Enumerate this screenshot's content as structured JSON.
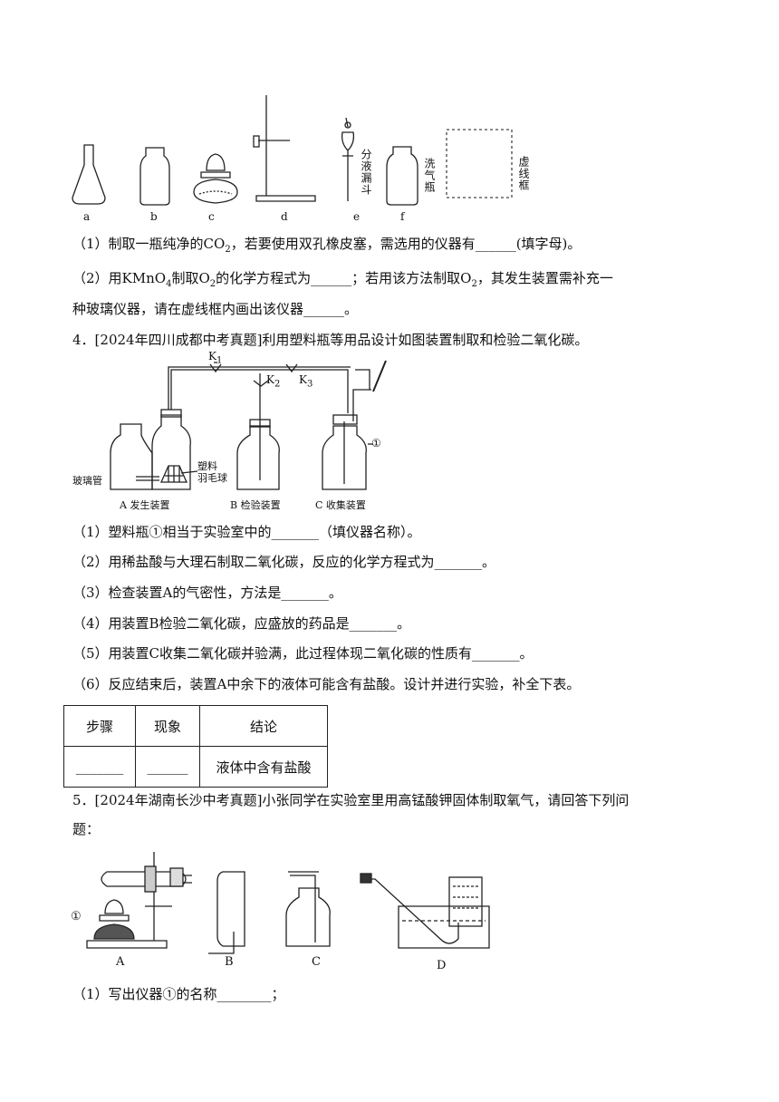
{
  "fig1": {
    "labels": [
      "a",
      "b",
      "c",
      "d",
      "e",
      "f"
    ],
    "funnel_label": "分液漏斗",
    "washer_label": "洗气瓶",
    "dashed_label": "虚线框"
  },
  "q3": {
    "p1_a": "（1）制取一瓶纯净的CO",
    "p1_sub": "2",
    "p1_b": "，若要使用双孔橡皮塞，需选用的仪器有______(填字母)。",
    "p2_a": "（2）用KMnO",
    "p2_sub1": "4",
    "p2_b": "制取O",
    "p2_sub2": "2",
    "p2_c": "的化学方程式为______；若用该方法制取O",
    "p2_sub3": "2",
    "p2_d": "，其发生装置需补充一",
    "p2_e": "种玻璃仪器，请在虚线框内画出该仪器______。"
  },
  "q4": {
    "title": "4．[2024年四川成都中考真题]利用塑料瓶等用品设计如图装置制取和检验二氧化碳。",
    "fig": {
      "k1": "K",
      "k1_sub": "1",
      "k2": "K",
      "k2_sub": "2",
      "k3": "K",
      "k3_sub": "3",
      "circle1": "①",
      "glass_tube": "玻璃管",
      "shuttlecock": "塑料\n羽毛球",
      "cap_a": "A  发生装置",
      "cap_b": "B  检验装置",
      "cap_c": "C  收集装置"
    },
    "q1": "（1）塑料瓶①相当于实验室中的_______（填仪器名称）。",
    "q2": "（2）用稀盐酸与大理石制取二氧化碳，反应的化学方程式为_______。",
    "q3": "（3）检查装置A的气密性，方法是_______。",
    "q4": "（4）用装置B检验二氧化碳，应盛放的药品是_______。",
    "q5": "（5）用装置C收集二氧化碳并验满，此过程体现二氧化碳的性质有_______。",
    "q6": "（6）反应结束后，装置A中余下的液体可能含有盐酸。设计并进行实验，补全下表。",
    "table": {
      "headers": [
        "步骤",
        "现象",
        "结论"
      ],
      "row": [
        "_______",
        "______",
        "液体中含有盐酸"
      ]
    }
  },
  "q5": {
    "title_a": "5．[2024年湖南长沙中考真题]小张同学在实验室里用高锰酸钾固体制取氧气，请回答下列问",
    "title_b": "题：",
    "fig": {
      "circle1": "①",
      "labels": [
        "A",
        "B",
        "C",
        "D"
      ]
    },
    "q1": "（1）写出仪器①的名称________；"
  }
}
